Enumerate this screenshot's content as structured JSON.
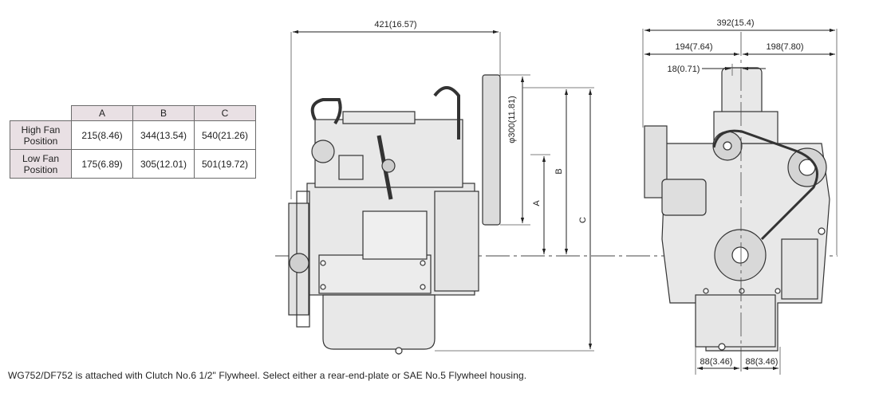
{
  "table": {
    "headers": [
      "",
      "A",
      "B",
      "C"
    ],
    "rows": [
      {
        "label": "High Fan Position",
        "a": "215(8.46)",
        "b": "344(13.54)",
        "c": "540(21.26)"
      },
      {
        "label": "Low Fan Position",
        "a": "175(6.89)",
        "b": "305(12.01)",
        "c": "501(19.72)"
      }
    ]
  },
  "dimensions": {
    "side_width": "421(16.57)",
    "fan_diameter": "φ300(11.81)",
    "label_a": "A",
    "label_b": "B",
    "label_c": "C",
    "front_width": "392(15.4)",
    "front_left": "194(7.64)",
    "front_right": "198(7.80)",
    "offset": "18(0.71)",
    "base_left": "88(3.46)",
    "base_right": "88(3.46)"
  },
  "caption": "WG752/DF752 is attached with Clutch No.6 1/2\" Flywheel.  Select either a rear-end-plate or SAE No.5 Flywheel housing."
}
